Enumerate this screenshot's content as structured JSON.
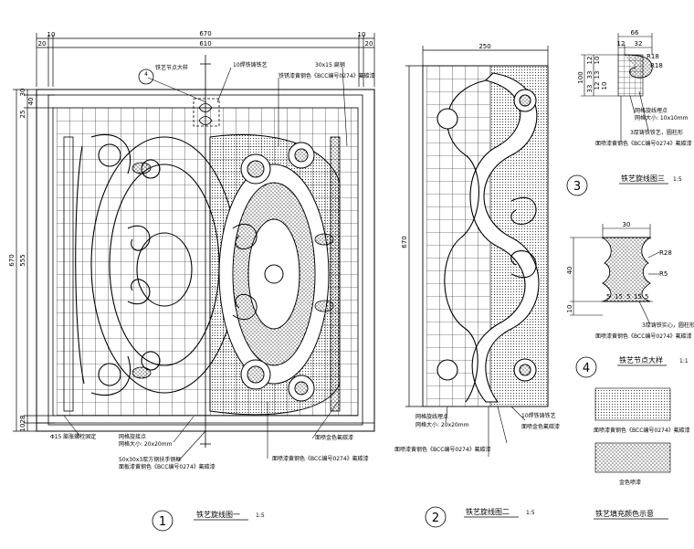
{
  "views": {
    "v1": {
      "number": "1",
      "title": "铁艺旋线图一",
      "scale": "1:5",
      "dims": {
        "overall_w": "670",
        "inner_w": "610",
        "side_l": "20",
        "side_l2": "10",
        "side_r": "10",
        "side_r2": "20",
        "overall_h": "670",
        "inner_h": "555",
        "top_a": "30",
        "top_b": "40",
        "top_c": "25",
        "bot_a": "28",
        "bot_b": "10"
      },
      "notes": {
        "node_callout": "铁艺节点大样",
        "welded_bar": "10焊铁铸铁艺",
        "frame_paint": "铁锈漆黄钢色《BCC编号0274》氟碳漆",
        "square_tube": "30x15 扁钢",
        "bolt": "Φ15 膨胀螺栓固定",
        "mesh_spot": "网格旋接点",
        "mesh_size": "网格大小: 20x20mm",
        "flat_steel": "50x30x3厚方钢扶手钢框",
        "frame_paint2": "面板漆黄钢色《BCC编号0274》氟碳漆",
        "copper_paint": "面喷漆黄钢色《BCC编号0274》氟碳漆",
        "gold_paint": "面喷金色氟碳漆"
      }
    },
    "v2": {
      "number": "2",
      "title": "铁艺旋线图二",
      "scale": "1:5",
      "dims": {
        "w": "250",
        "h": "670"
      },
      "notes": {
        "mesh_spot": "网格旋线埋点",
        "mesh_size": "网格大小: 20x20mm",
        "paint": "面喷漆黄钢色《BCC编号0274》氟碳漆",
        "weld": "10焊铁铸铁艺",
        "gold": "面喷金色氟碳漆"
      }
    },
    "v3": {
      "number": "3",
      "title": "铁艺旋线图三",
      "scale": "1:5",
      "dims": {
        "w66": "66",
        "w12": "12",
        "w32": "32",
        "r18": "R18",
        "r18b": "R18",
        "h100": "100",
        "h12": "12",
        "h10": "10",
        "h33a": "33",
        "h13": "13",
        "h33b": "33",
        "h12b": "12",
        "h10b": "10"
      },
      "notes": {
        "mesh": "网格旋线埋点",
        "mesh_size": "网格大小: 10x10mm",
        "welded": "3厚铸铁铁艺，圆柱形",
        "paint": "面喷漆黄钢色《BCC编号0274》氟碳漆"
      }
    },
    "v4": {
      "number": "4",
      "title": "铁艺节点大样",
      "scale": "1:1",
      "dims": {
        "w30": "30",
        "h40": "40",
        "h10": "10",
        "r28": "R28",
        "r5": "R5",
        "d5a": "5",
        "d15a": "15",
        "d5b": "5",
        "d15b": "15",
        "d5c": "5"
      },
      "notes": {
        "welded": "3厚铸铁实心，圆柱形",
        "paint": "面喷漆黄钢色《BCC编号0274》氟碳漆"
      }
    },
    "legend": {
      "title": "铁艺填充颜色示意",
      "sw1": "面喷漆黄钢色《BCC编号0274》氟碳漆",
      "sw2": "金色喷漆"
    }
  }
}
